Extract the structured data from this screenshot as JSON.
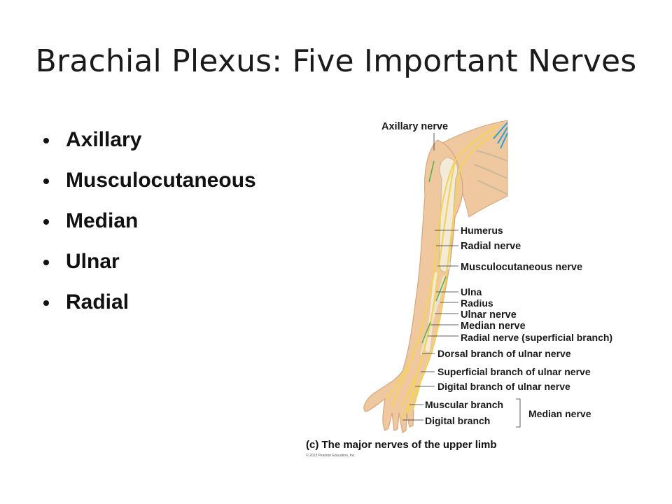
{
  "slide": {
    "title": "Brachial Plexus: Five Important Nerves",
    "bullets": [
      "Axillary",
      "Musculocutaneous",
      "Median",
      "Ulnar",
      "Radial"
    ]
  },
  "figure": {
    "labels": {
      "axillary_nerve": "Axillary nerve",
      "humerus": "Humerus",
      "radial_nerve": "Radial nerve",
      "musculocutaneous_nerve": "Musculocutaneous nerve",
      "ulna": "Ulna",
      "radius": "Radius",
      "ulnar_nerve": "Ulnar nerve",
      "median_nerve": "Median nerve",
      "radial_superficial": "Radial nerve (superficial branch)",
      "dorsal_ulnar": "Dorsal branch of ulnar nerve",
      "superficial_ulnar": "Superficial branch of ulnar nerve",
      "digital_ulnar": "Digital branch of ulnar nerve",
      "muscular_branch": "Muscular branch",
      "digital_branch": "Digital branch",
      "median_nerve_group": "Median nerve"
    },
    "caption": "(c) The major nerves of the upper limb",
    "copyright": "© 2013 Pearson Education, Inc.",
    "colors": {
      "skin": "#f0c8a0",
      "bone": "#f4ead8",
      "nerve": "#f2d35a",
      "vessel_blue": "#2a9fd8",
      "vessel_green": "#4db04a"
    }
  }
}
